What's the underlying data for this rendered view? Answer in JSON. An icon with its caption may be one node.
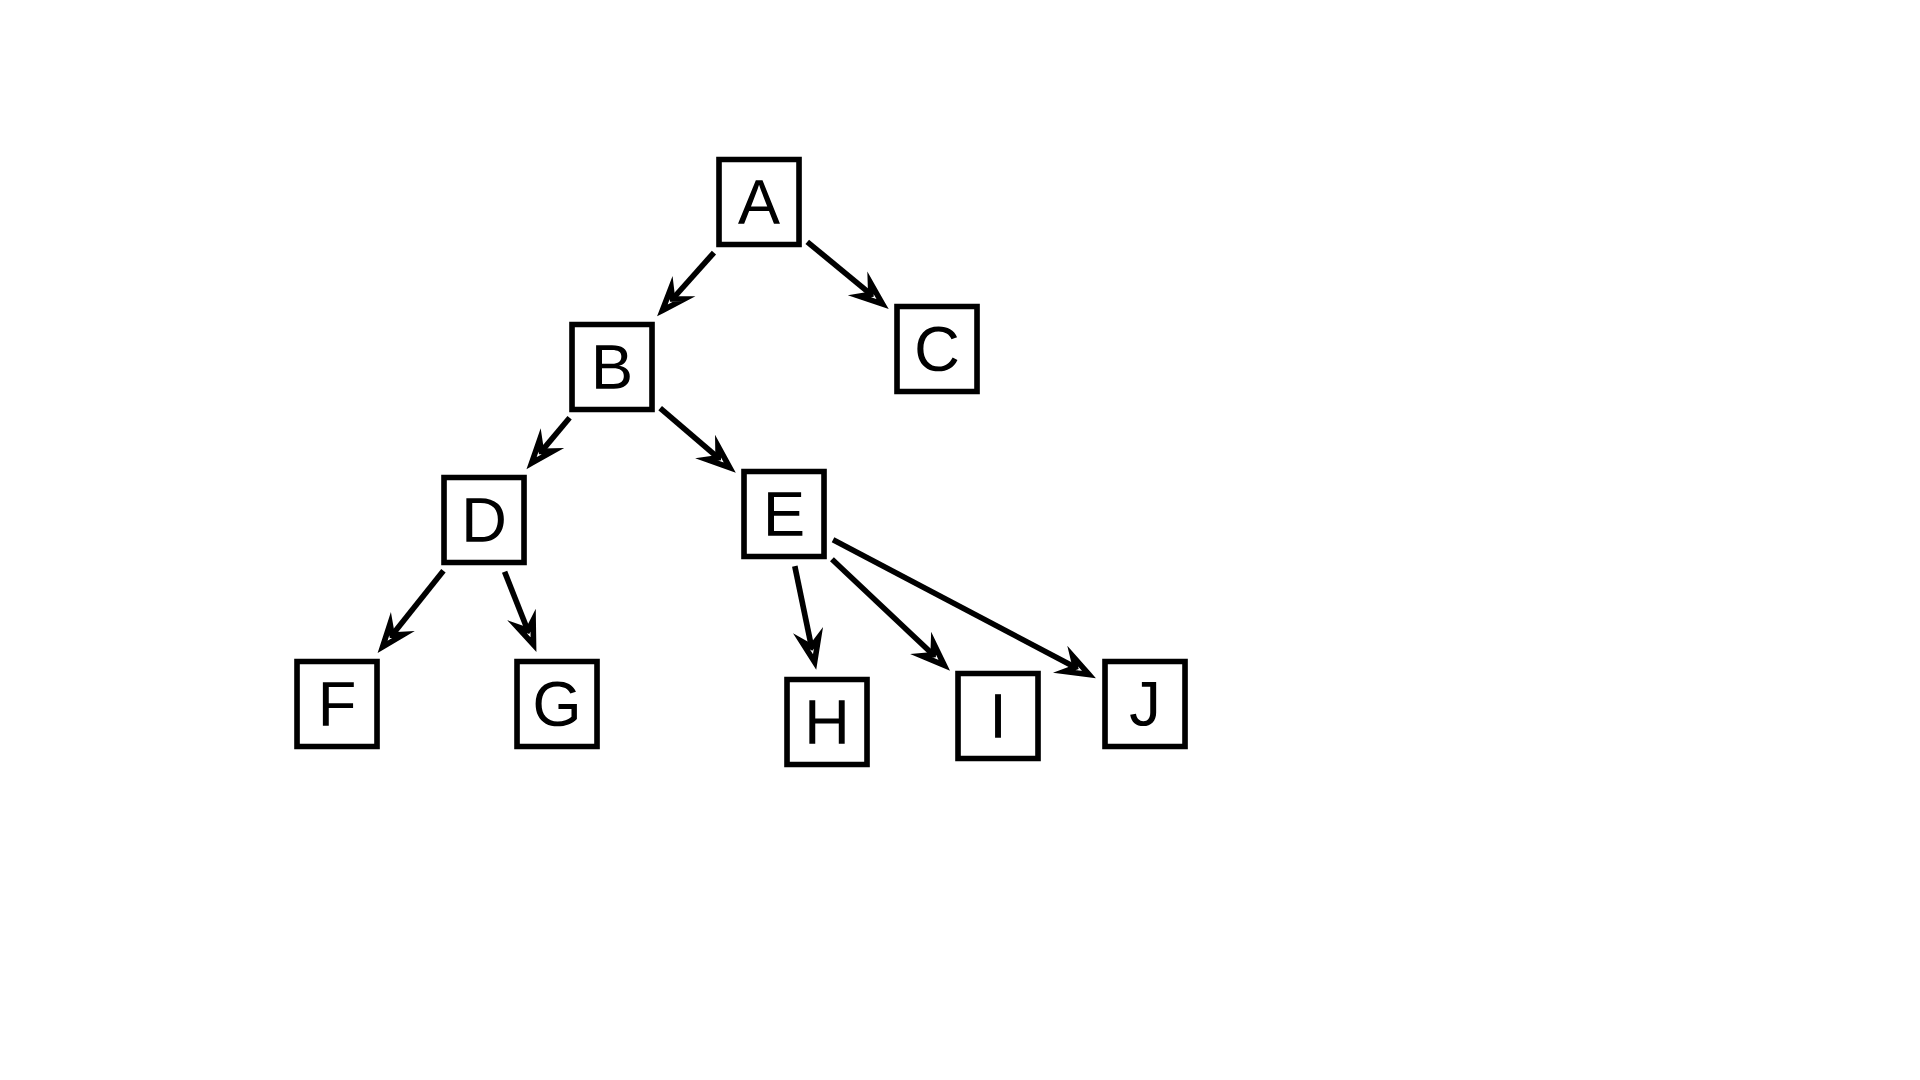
{
  "diagram": {
    "nodes": [
      {
        "text": [
          "A"
        ]
      },
      {
        "text": [
          "B"
        ]
      },
      {
        "text": [
          "C"
        ]
      },
      {
        "text": [
          "D"
        ]
      },
      {
        "text": [
          "E"
        ]
      },
      {
        "text": [
          "F"
        ]
      },
      {
        "text": [
          "G"
        ]
      },
      {
        "text": [
          "H"
        ]
      },
      {
        "text": [
          "I"
        ]
      },
      {
        "text": [
          "J"
        ]
      }
    ],
    "edges": [
      {
        "from": 0,
        "to": 1,
        "arrow": "to"
      },
      {
        "from": 0,
        "to": 2,
        "arrow": "to"
      },
      {
        "from": 1,
        "to": 3,
        "arrow": "to"
      },
      {
        "from": 1,
        "to": 4,
        "arrow": "to"
      },
      {
        "from": 3,
        "to": 5,
        "arrow": "to"
      },
      {
        "from": 3,
        "to": 6,
        "arrow": "to"
      },
      {
        "from": 4,
        "to": 7,
        "arrow": "to"
      },
      {
        "from": 4,
        "to": 8,
        "arrow": "to"
      },
      {
        "from": 4,
        "to": 9,
        "arrow": "to"
      }
    ]
  }
}
